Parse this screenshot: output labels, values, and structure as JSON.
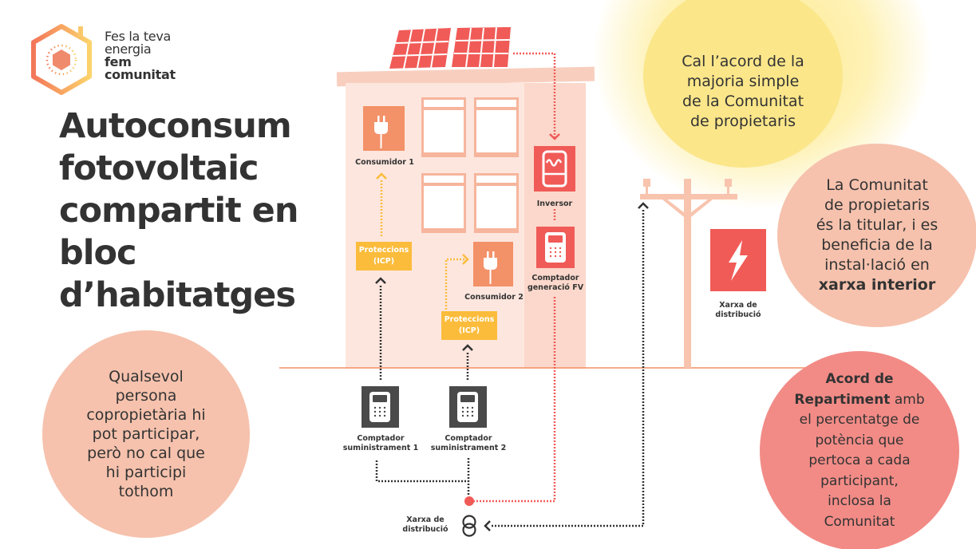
{
  "logo": {
    "line1": "Fes la teva",
    "line2": "energia",
    "line3": "fem",
    "line4": "comunitat",
    "icon": "house-hexagon-icon"
  },
  "title": {
    "line1": "Autoconsum",
    "line2": "fotovoltaic",
    "line3": "compartit en",
    "line4": "bloc",
    "line5": "d’habitatges"
  },
  "bubbles": {
    "participants": [
      "Qualsevol",
      "persona",
      "copropietària hi",
      "pot participar,",
      "però no cal que",
      "hi participi",
      "tothom"
    ],
    "majority": [
      "Cal l’acord de la",
      "majoria simple",
      "de la Comunitat",
      "de propietaris"
    ],
    "owner": {
      "lines": [
        "La Comunitat",
        "de propietaris",
        "és la titular, i es",
        "beneficia de la",
        "instal·lació en"
      ],
      "bold": "xarxa interior"
    },
    "agreement": {
      "bold1": "Acord de",
      "bold2": "Repartiment",
      "rest_first": " amb",
      "lines": [
        "el percentatge de",
        "potència que",
        "pertoca a cada",
        "participant,",
        "inclosa la",
        "Comunitat"
      ]
    }
  },
  "diagram": {
    "consumer1": "Consumidor 1",
    "consumer2": "Consumidor 2",
    "protections1": {
      "line1": "Proteccions",
      "line2": "(ICP)"
    },
    "protections2": {
      "line1": "Proteccions",
      "line2": "(ICP)"
    },
    "inverter": "Inversor",
    "pv_meter": {
      "line1": "Comptador",
      "line2": "generació FV"
    },
    "supply_meter1": {
      "line1": "Comptador",
      "line2": "suministrament 1"
    },
    "supply_meter2": {
      "line1": "Comptador",
      "line2": "suministrament 2"
    },
    "grid_right": {
      "line1": "Xarxa de",
      "line2": "distribució"
    },
    "grid_bottom": {
      "line1": "Xarxa de",
      "line2": "distribució"
    }
  },
  "colors": {
    "dark": "#333333",
    "coral": "#f05b57",
    "orange": "#f39168",
    "yellow": "#fbbc3c",
    "building": "#fde6de",
    "building_dark": "#fbd8cb",
    "peach": "#f6c2ad",
    "salmon": "#f28b86",
    "sun": "#fbe68a",
    "ground": "#f39168",
    "meter_dark": "#4a4a4a"
  }
}
